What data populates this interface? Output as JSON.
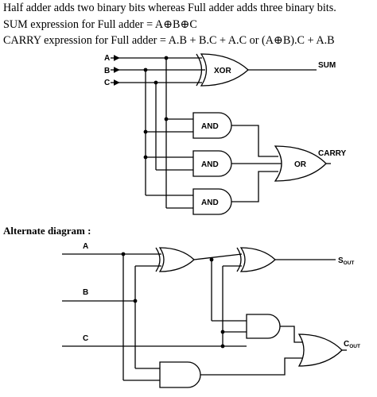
{
  "header": {
    "line1": "Half adder adds two binary bits whereas Full adder adds three binary bits.",
    "line2": "SUM expression for Full adder = A⊕B⊕C",
    "line3": "CARRY expression for Full adder = A.B + B.C + A.C or (A⊕B).C + A.B"
  },
  "diagram1": {
    "inputs": {
      "a": "A",
      "b": "B",
      "c": "C"
    },
    "gates": {
      "xor": "XOR",
      "and1": "AND",
      "and2": "AND",
      "and3": "AND",
      "or": "OR"
    },
    "outputs": {
      "sum": "SUM",
      "carry": "CARRY"
    }
  },
  "diagram2": {
    "title": "Alternate diagram :",
    "inputs": {
      "a": "A",
      "b": "B",
      "c": "C"
    },
    "outputs": {
      "sum_main": "S",
      "sum_sub": "OUT",
      "carry_main": "C",
      "carry_sub": "OUT"
    }
  }
}
